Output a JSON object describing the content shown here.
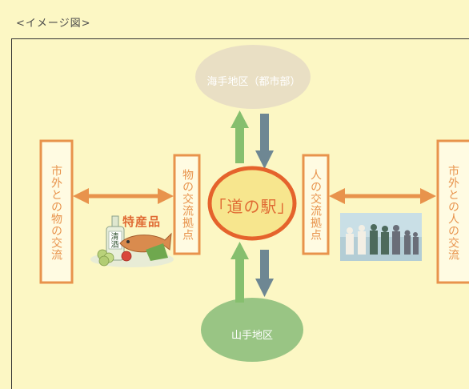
{
  "caption": "<イメージ図>",
  "nodes": {
    "top_area": "海手地区（都市部）",
    "bottom_area": "山手地区",
    "center": "「道の駅」",
    "outer_left": "市外との物の交流",
    "inner_left": "物の交流拠点",
    "inner_right": "人の交流拠点",
    "outer_right": "市外との人の交流"
  },
  "illustration": {
    "specialty_label": "特産品",
    "bottle_label": "清酒"
  },
  "edges": [
    {
      "from": "bottom_area",
      "to": "center",
      "color": "green"
    },
    {
      "from": "center",
      "to": "bottom_area",
      "color": "gray"
    },
    {
      "from": "center",
      "to": "top_area",
      "color": "green"
    },
    {
      "from": "top_area",
      "to": "center",
      "color": "gray"
    },
    {
      "from": "outer_left",
      "to": "inner_left",
      "color": "orange",
      "bidirectional": true
    },
    {
      "from": "inner_right",
      "to": "outer_right",
      "color": "orange",
      "bidirectional": true
    }
  ],
  "colors": {
    "background": "#fcf7c4",
    "frame": "#333333",
    "top_ellipse": "#e9dfc4",
    "bottom_ellipse": "#99c584",
    "center_fill": "#f7e68e",
    "center_stroke": "#e5632c",
    "box_stroke": "#e8934c",
    "box_fill": "#fffbe2",
    "arrow_orange": "#e8934c",
    "arrow_green": "#86bf6e",
    "arrow_gray": "#6e8793"
  }
}
